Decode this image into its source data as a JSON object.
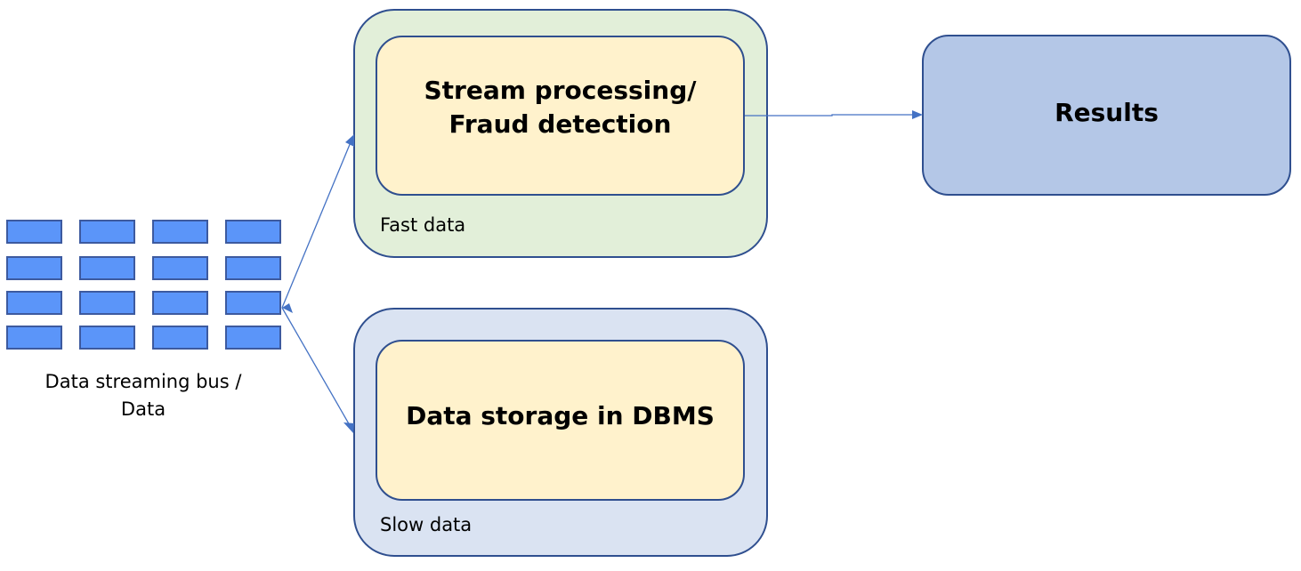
{
  "bus": {
    "label_line1": "Data streaming bus /",
    "label_line2": "Data"
  },
  "fast": {
    "title_line1": "Stream processing/",
    "title_line2": "Fraud detection",
    "container_label": "Fast data"
  },
  "slow": {
    "title": "Data storage in DBMS",
    "container_label": "Slow data"
  },
  "results": {
    "title": "Results"
  },
  "colors": {
    "bus_cell": "#5b95f9",
    "fast_container": "#e2efd9",
    "slow_container": "#dae3f2",
    "inner_box": "#fff2cc",
    "results": "#b4c7e7",
    "arrow": "#4472c4"
  }
}
